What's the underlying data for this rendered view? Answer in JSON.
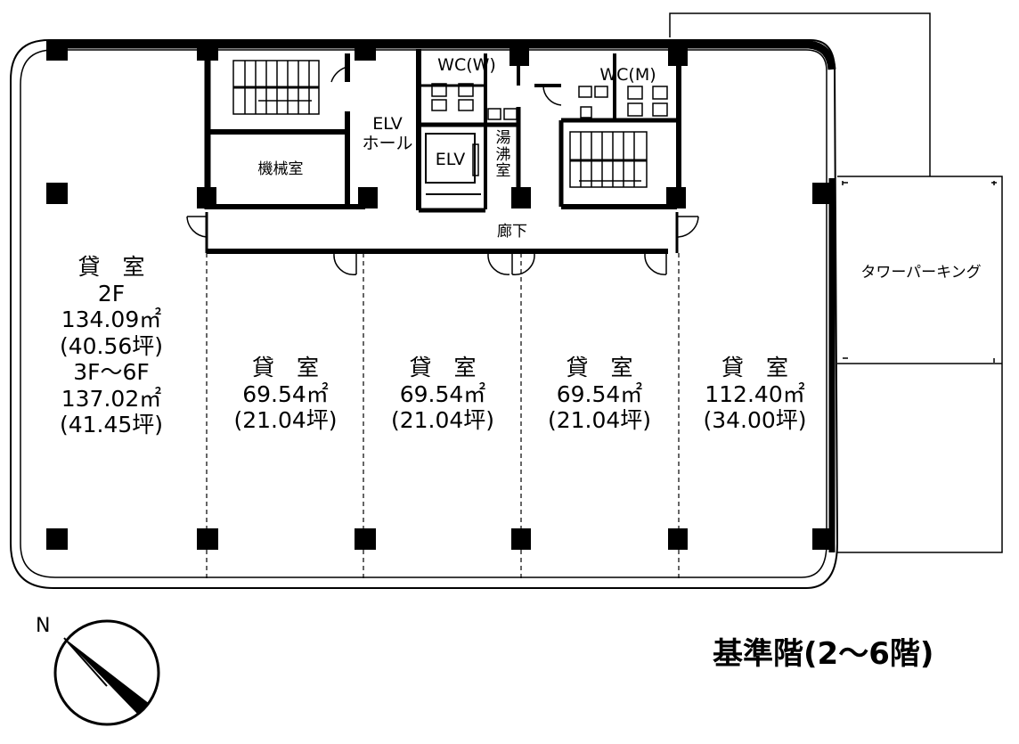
{
  "floor_title": "基準階(2〜6階)",
  "north_label": "N",
  "rooms": {
    "left": [
      "貸　室",
      "2F",
      "134.09㎡",
      "(40.56坪)",
      "3F〜6F",
      "137.02㎡",
      "(41.45坪)"
    ],
    "r2": [
      "貸　室",
      "69.54㎡",
      "(21.04坪)"
    ],
    "r3": [
      "貸　室",
      "69.54㎡",
      "(21.04坪)"
    ],
    "r4": [
      "貸　室",
      "69.54㎡",
      "(21.04坪)"
    ],
    "r5": [
      "貸　室",
      "112.40㎡",
      "(34.00坪)"
    ]
  },
  "core": {
    "machine_room": "機械室",
    "elv_hall": [
      "ELV",
      "ホール"
    ],
    "elv": "ELV",
    "wc_women": "WC(W)",
    "wc_men": "WC(M)",
    "kitchen": [
      "湯",
      "沸",
      "室"
    ],
    "corridor": "廊下"
  },
  "parking": "タワーパーキング"
}
